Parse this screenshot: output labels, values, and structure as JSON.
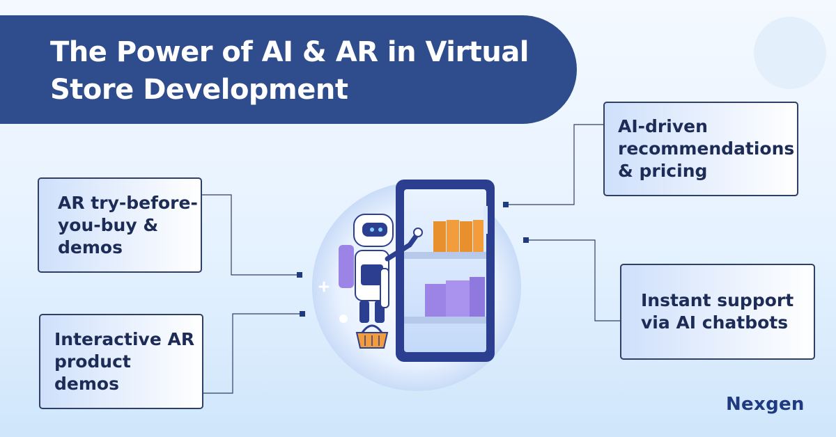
{
  "title": "The Power of AI & AR in Virtual Store Development",
  "features": {
    "ar_try": "AR try-before-you-buy & demos",
    "ar_demos": "Interactive AR product demos",
    "ai_recommend": "AI-driven recommendations & pricing",
    "support": "Instant support via AI chatbots"
  },
  "brand": "Nexgen",
  "colors": {
    "banner": "#2f4c8c",
    "text_dark": "#1d2b57",
    "connector": "#2f3f66",
    "robot_accent": "#2c3e8f",
    "shelf_item_orange": "#e8902e",
    "shelf_item_purple": "#9b84e6",
    "background": "#e6f2ff"
  },
  "illustration": {
    "subject": "robot shopping at a virtual store tablet",
    "icons": [
      "robot-icon",
      "tablet-icon",
      "shopping-basket-icon",
      "plus-sparkle-icon"
    ]
  }
}
